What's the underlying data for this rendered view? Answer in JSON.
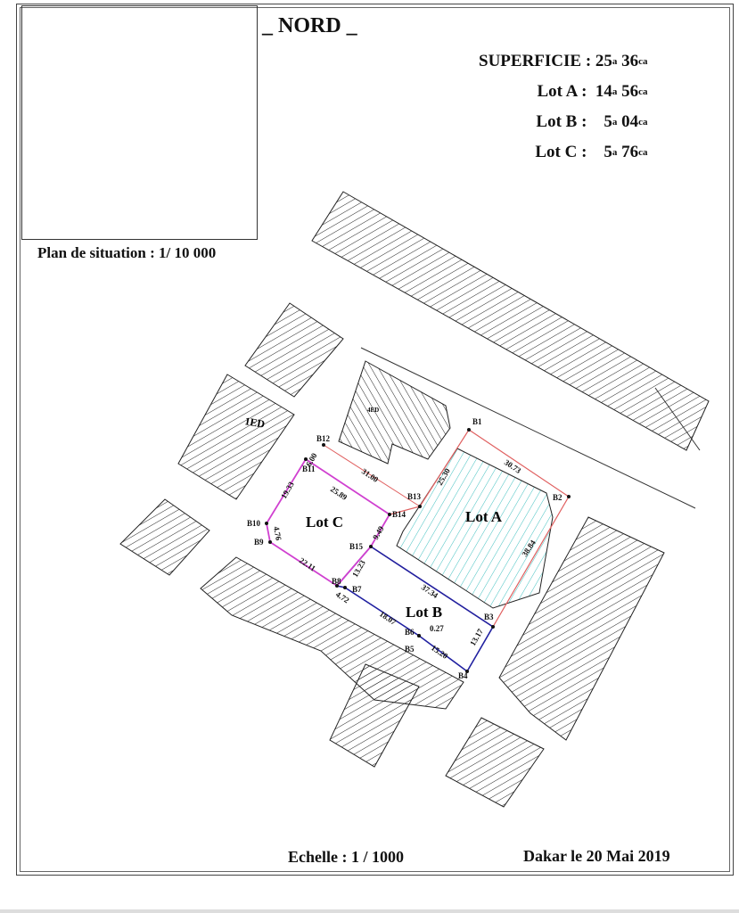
{
  "header": {
    "north": "_ NORD _",
    "situation_plan": "Plan de situation : 1/ 10 000"
  },
  "areas": {
    "total": {
      "label": "SUPERFICIE :",
      "ares": "25",
      "ares_unit": "a",
      "centiares": "36",
      "centiares_unit": "ca"
    },
    "lots": [
      {
        "label": "Lot  A :",
        "ares": "14",
        "centiares": "56"
      },
      {
        "label": "Lot  B :",
        "ares": "5",
        "centiares": "04"
      },
      {
        "label": "Lot  C :",
        "ares": "5",
        "centiares": "76"
      }
    ]
  },
  "plan": {
    "lot_labels": [
      "Lot A",
      "Lot B",
      "Lot C"
    ],
    "parcel_codes": [
      "1ED",
      "4ED"
    ],
    "boundary_marks": [
      "B1",
      "B2",
      "B3",
      "B4",
      "B5",
      "B6",
      "B7",
      "B8",
      "B9",
      "B10",
      "B11",
      "B12",
      "B13",
      "B14",
      "B15"
    ],
    "distances": [
      "30.73",
      "38.84",
      "25.30",
      "31.00",
      "6.00",
      "25.89",
      "19.33",
      "4.76",
      "22.11",
      "9.49",
      "13.23",
      "37.34",
      "4.72",
      "18.07",
      "0.27",
      "15.20",
      "13.17"
    ],
    "colors": {
      "lot_a": "#e06060",
      "lot_a_hatch": "#40c0c0",
      "lot_b": "#2020a0",
      "lot_c": "#d040d0"
    }
  },
  "footer": {
    "scale": "Echelle : 1 / 1000",
    "date": "Dakar le 20  Mai 2019"
  }
}
